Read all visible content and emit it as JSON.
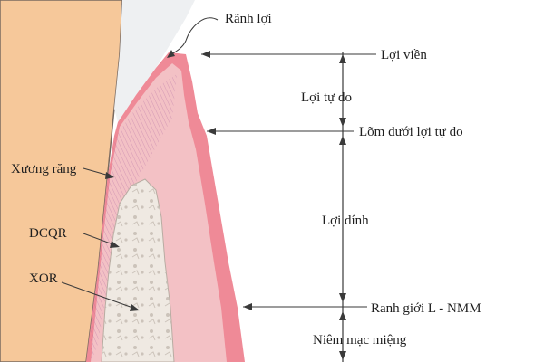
{
  "colors": {
    "tooth": "#f6c89a",
    "tooth_edge": "#7a6a60",
    "enamel_gap": "#eef0f2",
    "gum_outer": "#ef8a97",
    "gum_inner": "#f3c1c5",
    "gum_fibers": "#b26ca3",
    "bone": "#efe9e2",
    "bone_texture": "#c8bfb6",
    "line": "#3a3a3a"
  },
  "labels": {
    "ranh_loi": "Rãnh lợi",
    "loi_vien": "Lợi viền",
    "loi_tu_do": "Lợi tự do",
    "lom_duoi": "Lõm dưới lợi tự do",
    "loi_dinh": "Lợi dính",
    "ranh_gioi": "Ranh giới L - NMM",
    "niem_mac": "Niêm mạc miệng",
    "xuong_rang": "Xương răng",
    "dcqr": "DCQR",
    "xor": "XOR"
  }
}
